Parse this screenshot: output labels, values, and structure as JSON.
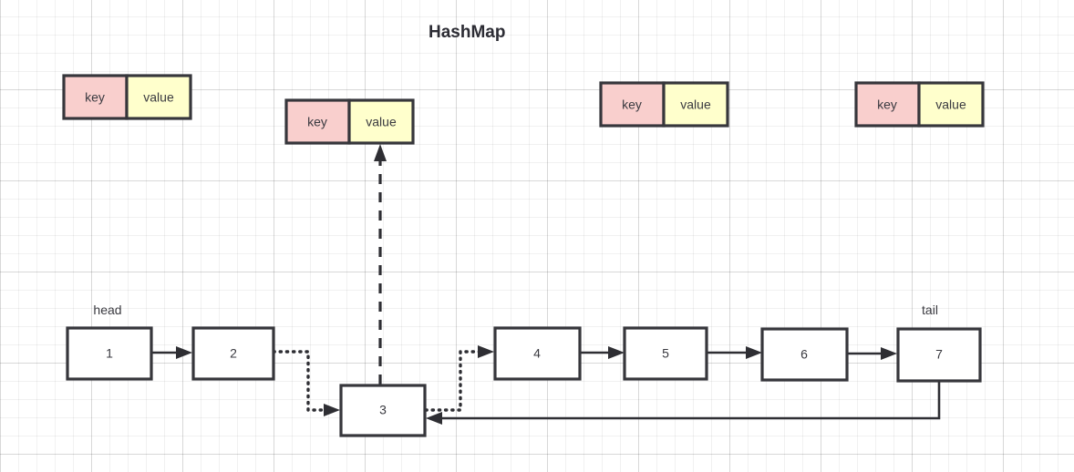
{
  "diagram": {
    "title": "HashMap",
    "background": "#ffffff",
    "grid_color": "#e9e9ec",
    "line_color": "#2e2e33",
    "box_border_color": "#36363b",
    "key_fill": "#f9cfcd",
    "value_fill": "#ffffcc",
    "node_fill": "#ffffff"
  },
  "entries": [
    {
      "key_label": "key",
      "value_label": "value"
    },
    {
      "key_label": "key",
      "value_label": "value"
    },
    {
      "key_label": "key",
      "value_label": "value"
    },
    {
      "key_label": "key",
      "value_label": "value"
    }
  ],
  "list": {
    "head_label": "head",
    "tail_label": "tail",
    "nodes": [
      {
        "label": "1"
      },
      {
        "label": "2"
      },
      {
        "label": "3"
      },
      {
        "label": "4"
      },
      {
        "label": "5"
      },
      {
        "label": "6"
      },
      {
        "label": "7"
      }
    ]
  }
}
